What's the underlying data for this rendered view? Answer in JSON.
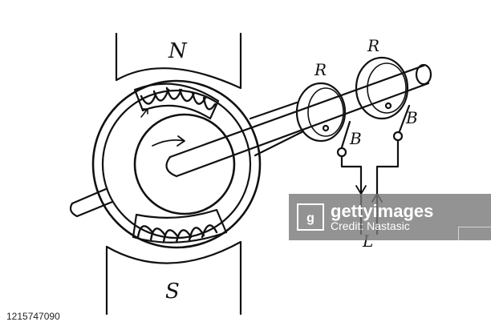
{
  "diagram": {
    "labels": {
      "north_pole": "N",
      "south_pole": "S",
      "ring_left": "R",
      "ring_right": "R",
      "brush_left": "B",
      "brush_right": "B",
      "circuit": "L"
    }
  },
  "watermark": {
    "title": "gettyimages",
    "credit": "Credit: Nastasic"
  },
  "stock_id": "1215747090",
  "colors": {
    "ink": "#111111",
    "background": "#ffffff",
    "watermark_bg": "#787878"
  },
  "icons": [
    "getty-logo-icon"
  ]
}
